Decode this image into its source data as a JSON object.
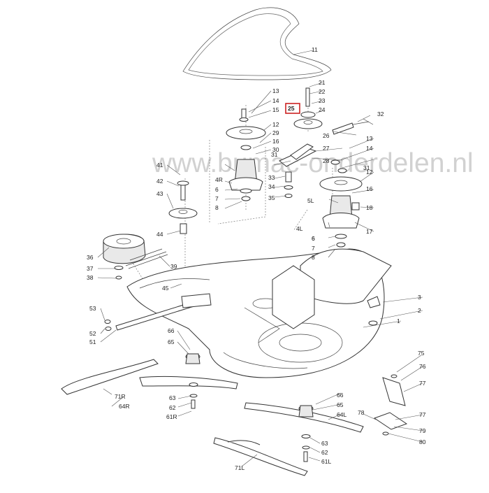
{
  "watermark": "www.bumac-onderdelen.nl",
  "highlight_label": "25",
  "accent_color": "#cc2222",
  "labels": [
    "11",
    "21",
    "22",
    "23",
    "24",
    "13",
    "14",
    "15",
    "12",
    "29",
    "30",
    "31",
    "16",
    "4R",
    "6",
    "7",
    "8",
    "32",
    "26",
    "27",
    "28",
    "33",
    "34",
    "35",
    "41",
    "42",
    "43",
    "44",
    "13",
    "14",
    "31",
    "12",
    "16",
    "5L",
    "18",
    "6",
    "4L",
    "17",
    "6",
    "7",
    "8",
    "36",
    "37",
    "38",
    "39",
    "45",
    "3",
    "2",
    "1",
    "53",
    "52",
    "51",
    "66",
    "65",
    "71R",
    "64R",
    "63",
    "62",
    "61R",
    "66",
    "65",
    "64L",
    "63",
    "62",
    "61L",
    "71L",
    "75",
    "76",
    "77",
    "78",
    "77",
    "79",
    "80"
  ]
}
